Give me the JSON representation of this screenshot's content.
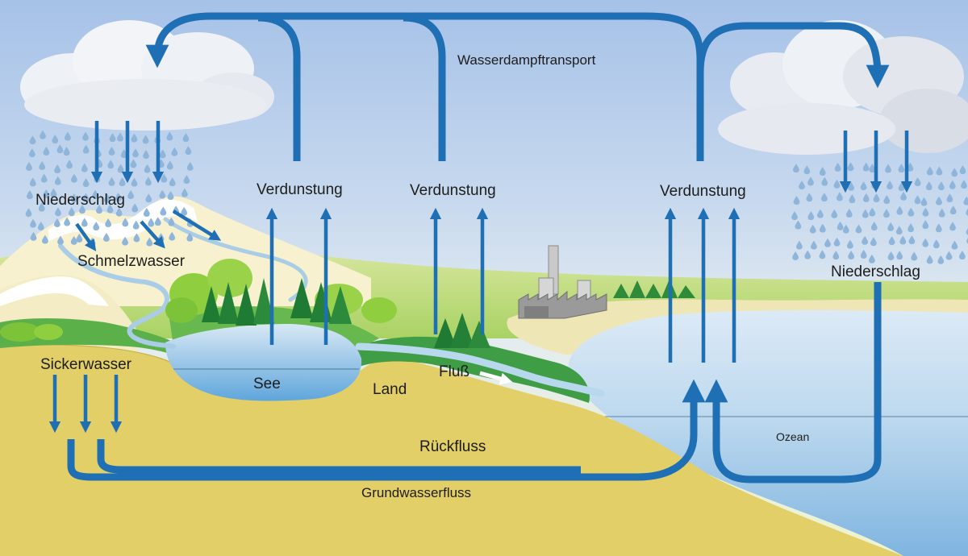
{
  "labels": {
    "vapor_transport": "Wasserdampftransport",
    "precipitation_left": "Niederschlag",
    "meltwater": "Schmelzwasser",
    "evaporation_lake": "Verdunstung",
    "evaporation_land": "Verdunstung",
    "evaporation_ocean": "Verdunstung",
    "precipitation_right": "Niederschlag",
    "seepage": "Sickerwasser",
    "lake": "See",
    "land": "Land",
    "river": "Fluß",
    "return_flow": "Rückfluss",
    "groundwater_flow": "Grundwasserfluss",
    "ocean": "Ozean"
  },
  "colors": {
    "arrow": "#1f6fb5",
    "sky_top": "#a9c4e8",
    "sky_bottom": "#f2f6dc",
    "ground": "#e3cf68",
    "water": "#cfe4f3",
    "vegetation": "#4aa84a"
  }
}
